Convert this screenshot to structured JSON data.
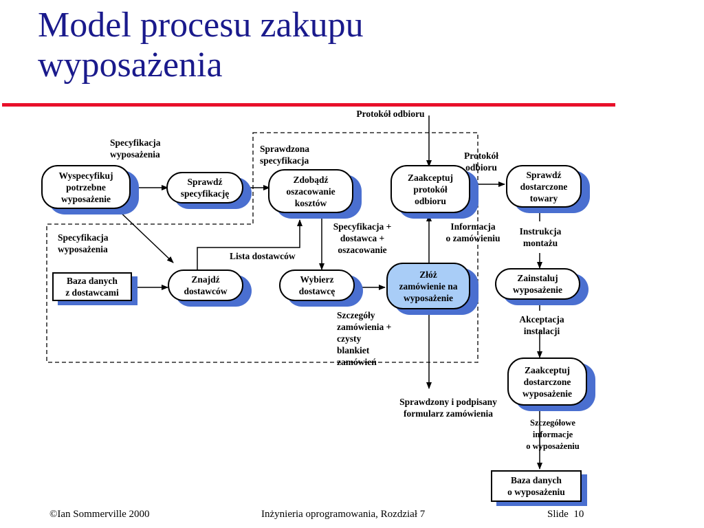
{
  "slide": {
    "title_line1": "Model procesu zakupu",
    "title_line2": "wyposażenia"
  },
  "processes": [
    {
      "id": "p1",
      "label": "Wyspecyfikuj\npotrzebne\nwyposażenie"
    },
    {
      "id": "p2",
      "label": "Sprawdź\nspecyfikację"
    },
    {
      "id": "p3",
      "label": "Zdobądź\noszacowanie\nkosztów"
    },
    {
      "id": "p4",
      "label": "Zaakceptuj\nprotokół\nodbioru"
    },
    {
      "id": "p5",
      "label": "Sprawdź\ndostarczone\ntowary"
    },
    {
      "id": "p6",
      "label": "Znajdź\ndostawców"
    },
    {
      "id": "p7",
      "label": "Wybierz\ndostawcę"
    },
    {
      "id": "p8",
      "label": "Złóż\nzamówienie na\nwyposażenie"
    },
    {
      "id": "p9",
      "label": "Zainstaluj\nwyposażenie"
    },
    {
      "id": "p10",
      "label": "Zaakceptuj\ndostarczone\nwyposażenie"
    }
  ],
  "stores": [
    {
      "id": "s1",
      "label": "Baza danych\nz dostawcami"
    },
    {
      "id": "s2",
      "label": "Baza danych\no wyposażeniu"
    }
  ],
  "flows": {
    "f_top_protokol": "Protokół odbioru",
    "f_spec1": "Specyfikacja\nwyposażenia",
    "f_sprawdzona": "Sprawdzona\nspecyfikacja",
    "f_protokol2": "Protokół\nodbioru",
    "f_spec2": "Specyfikacja\nwyposażenia",
    "f_spec_dostawca": "Specyfikacja +\ndostawca +\noszacowanie",
    "f_informacja": "Informacja\no zamówieniu",
    "f_instrukcja": "Instrukcja\nmontażu",
    "f_lista": "Lista dostawców",
    "f_szczegoly": "Szczegóły\nzamówienia +\nczysty\nblankiet\nzamówień",
    "f_akceptacja": "Akceptacja\ninstalacji",
    "f_sprawdzony": "Sprawdzony i podpisany\nformularz zamówienia",
    "f_szczegolowe": "Szczegółowe\ninformacje\no wyposażeniu"
  },
  "footer": {
    "left": "©Ian Sommerville 2000",
    "center": "Inżynieria oprogramowania, Rozdział 7",
    "right": "Slide  10"
  },
  "colors": {
    "title": "#1a1a8c",
    "rule": "#e8102a",
    "shadow": "#4a6fd0",
    "highlight": "#a9cdf7"
  }
}
